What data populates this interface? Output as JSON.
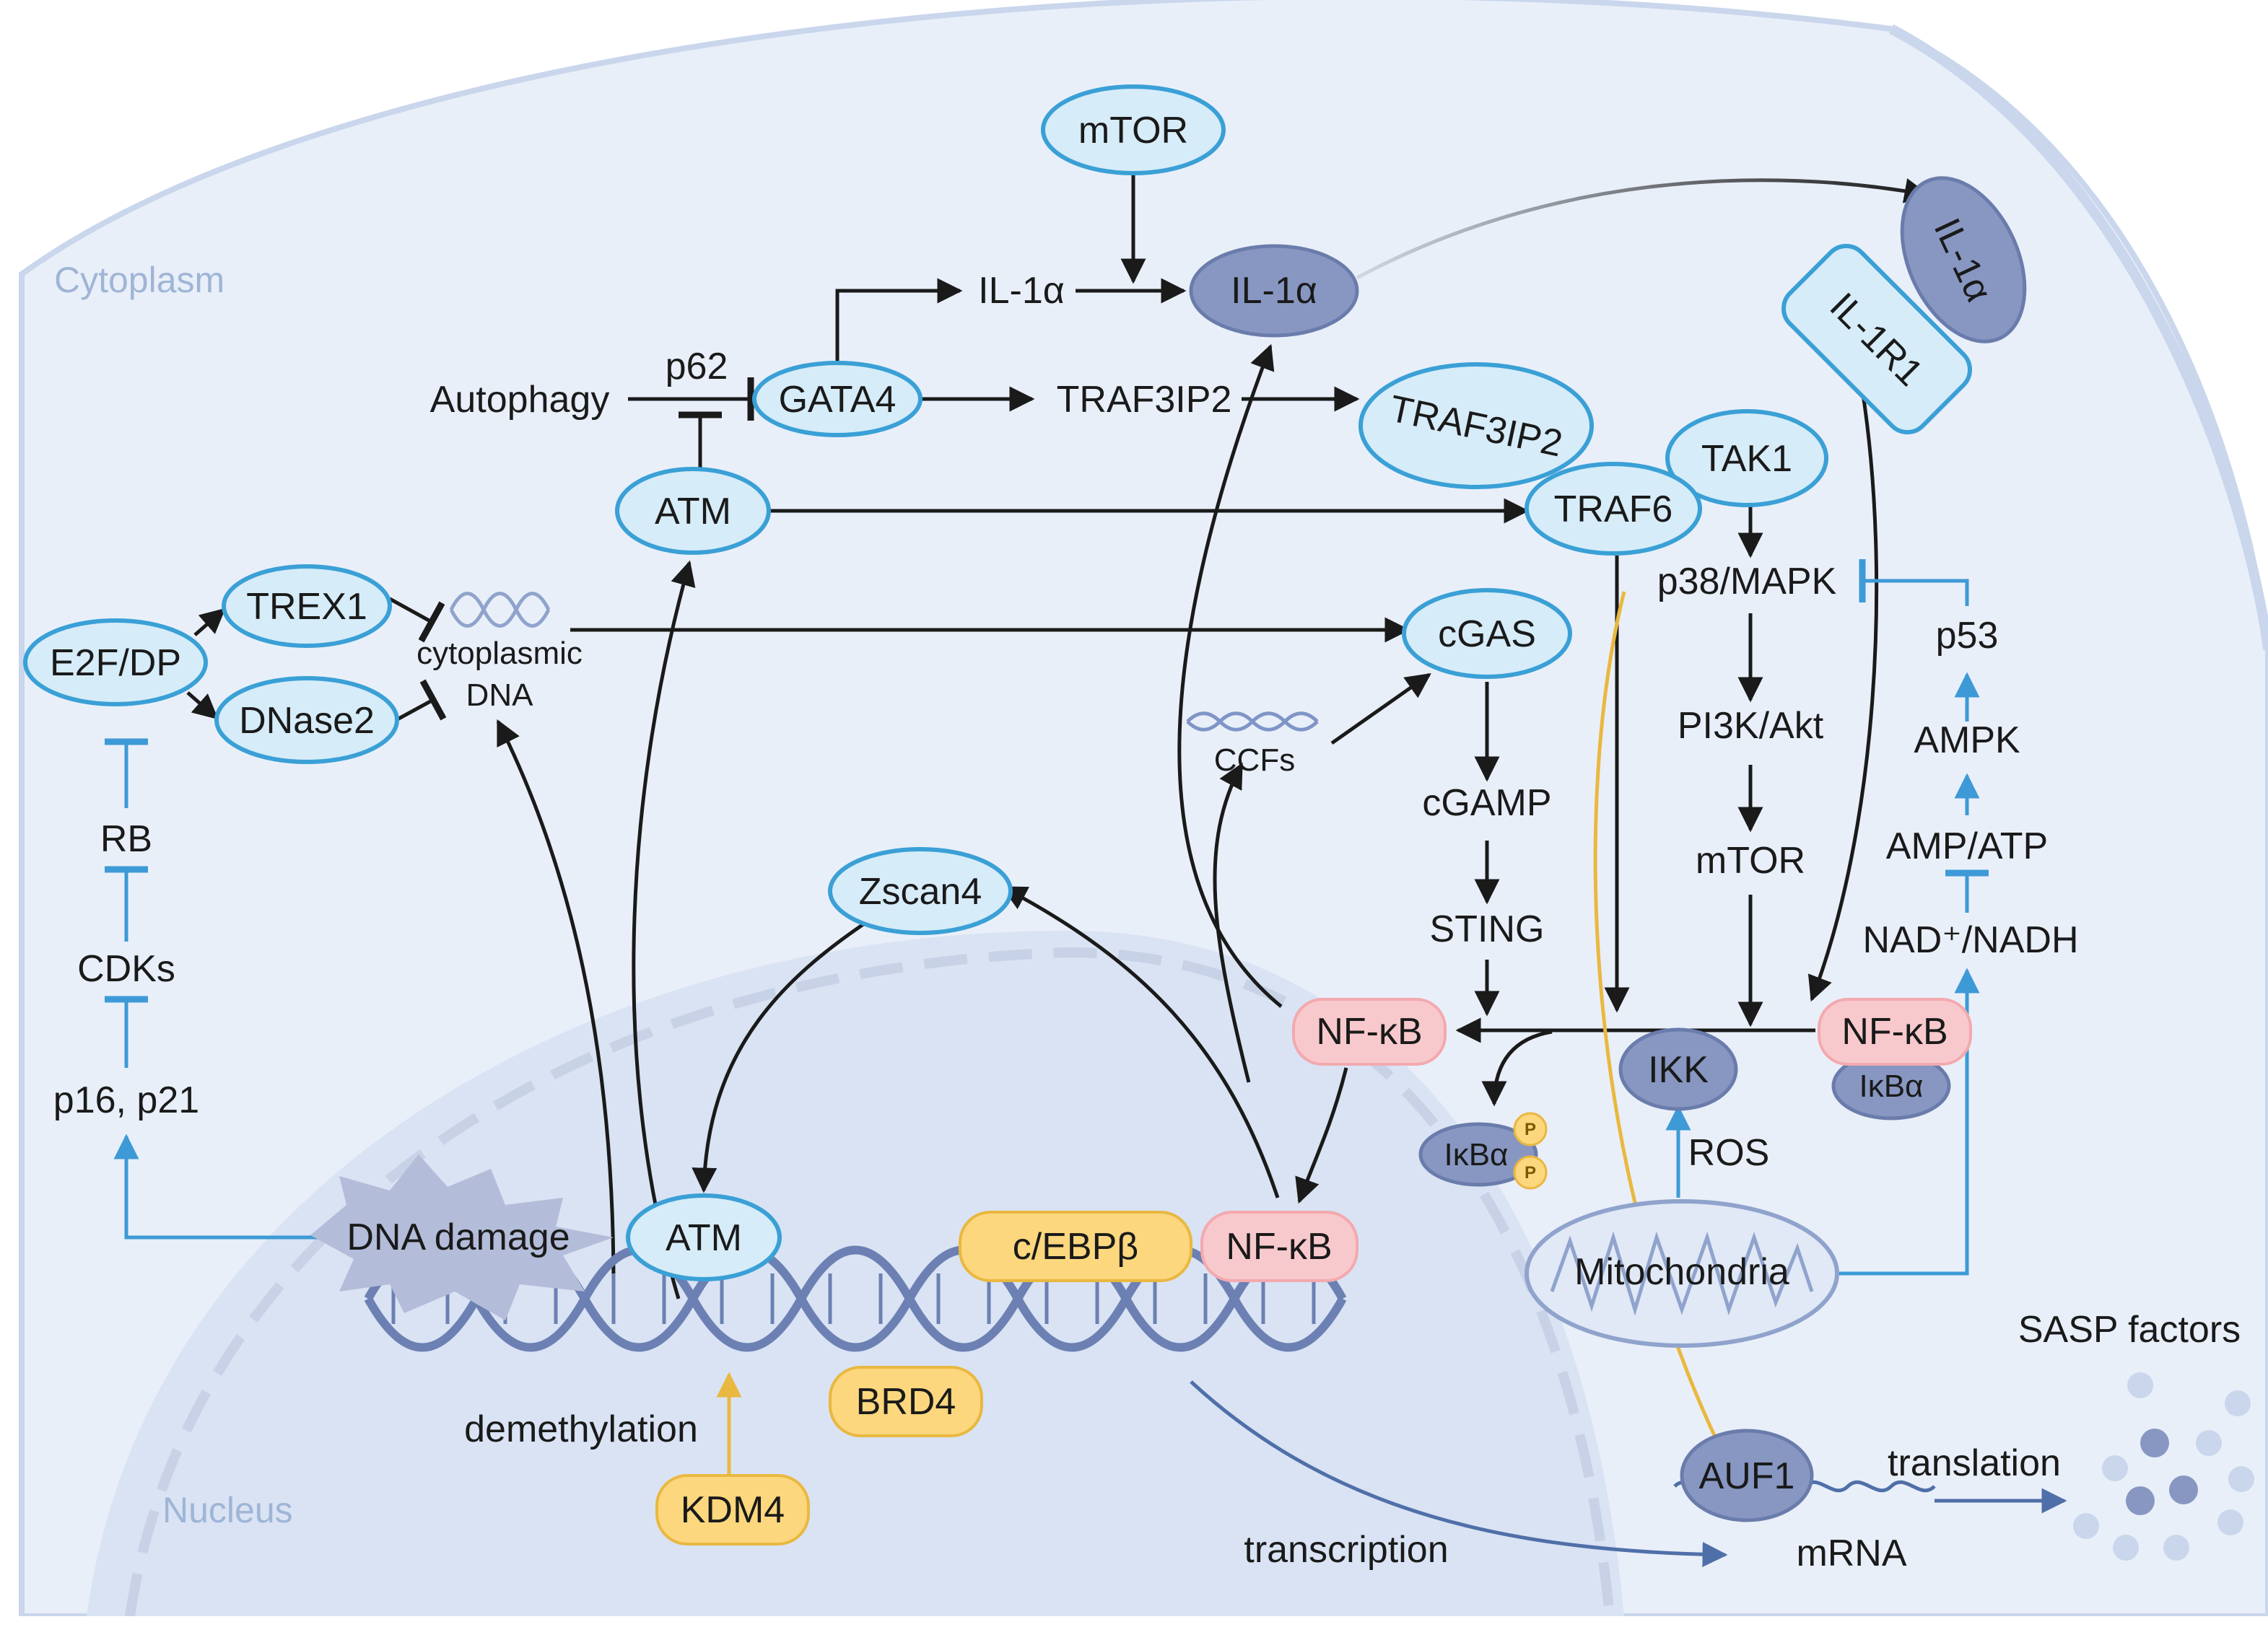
{
  "regions": {
    "cytoplasm": "Cytoplasm",
    "nucleus": "Nucleus"
  },
  "nodes": {
    "mtor_top": "mTOR",
    "il1a_cyto": "IL-1α",
    "il1a_text": "IL-1α",
    "gata4": "GATA4",
    "p62": "p62",
    "autophagy": "Autophagy",
    "traf3ip2_text": "TRAF3IP2",
    "traf3ip2": "TRAF3IP2",
    "atm_cyto": "ATM",
    "traf6": "TRAF6",
    "tak1": "TAK1",
    "il1a_receptor": "IL-1α",
    "il1r1": "IL-1R1",
    "p38": "p38/MAPK",
    "p53": "p53",
    "ampk": "AMPK",
    "amp_atp": "AMP/ATP",
    "nad": "NAD⁺/NADH",
    "pi3k": "PI3K/Akt",
    "mtor_mid": "mTOR",
    "cgas": "cGAS",
    "cgamp": "cGAMP",
    "sting": "STING",
    "ccfs": "CCFs",
    "trex1": "TREX1",
    "dnase2": "DNase2",
    "e2f": "E2F/DP",
    "cyto_dna_1": "cytoplasmic",
    "cyto_dna_2": "DNA",
    "rb": "RB",
    "cdks": "CDKs",
    "p16": "p16, p21",
    "zscan4": "Zscan4",
    "nfkb_cyto": "NF-κB",
    "nfkb_right": "NF-κB",
    "ikba": "IκBα",
    "ikk": "IKK",
    "ikba_p": "IκBα",
    "p_mark": "P",
    "ros": "ROS",
    "mitochondria": "Mitochondria",
    "dna_damage": "DNA damage",
    "atm_nuc": "ATM",
    "cebpb": "c/EBPβ",
    "nfkb_nuc": "NF-κB",
    "brd4": "BRD4",
    "demethylation": "demethylation",
    "kdm4": "KDM4",
    "transcription": "transcription",
    "auf1": "AUF1",
    "mrna": "mRNA",
    "translation": "translation",
    "sasp": "SASP factors"
  },
  "colors": {
    "node_fill": "#d6ecf8",
    "node_stroke": "#3aa0d6",
    "dark_fill": "#8797c2",
    "pink_fill": "#f8c9cc",
    "yellow_fill": "#fcd77e",
    "yellow_stroke": "#e9b840",
    "inhibit_blue": "#3d9ad6",
    "cell_fill": "#e9eff9",
    "nucleus_fill": "#d9e3f3"
  }
}
